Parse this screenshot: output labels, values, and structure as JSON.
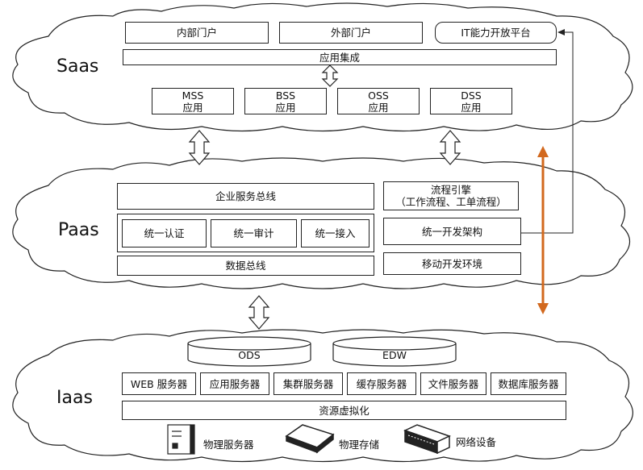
{
  "saas": {
    "title": "Saas",
    "portal_internal": "内部门户",
    "portal_external": "外部门户",
    "it_platform": "IT能力开放平台",
    "app_integration": "应用集成",
    "apps": [
      {
        "line1": "MSS",
        "line2": "应用"
      },
      {
        "line1": "BSS",
        "line2": "应用"
      },
      {
        "line1": "OSS",
        "line2": "应用"
      },
      {
        "line1": "DSS",
        "line2": "应用"
      }
    ]
  },
  "paas": {
    "title": "Paas",
    "esb": "企业服务总线",
    "unified": [
      "统一认证",
      "统一审计",
      "统一接入"
    ],
    "data_bus": "数据总线",
    "workflow_line1": "流程引擎",
    "workflow_line2": "（工作流程、工单流程）",
    "dev_framework": "统一开发架构",
    "mobile_env": "移动开发环境"
  },
  "iaas": {
    "title": "Iaas",
    "ods": "ODS",
    "edw": "EDW",
    "servers": [
      "WEB 服务器",
      "应用服务器",
      "集群服务器",
      "缓存服务器",
      "文件服务器",
      "数据库服务器"
    ],
    "virtualization": "资源虚拟化",
    "devices": {
      "physical_server": "物理服务器",
      "physical_storage": "物理存储",
      "network_device": "网络设备"
    }
  },
  "colors": {
    "stroke": "#222222",
    "orange_arrow": "#d2691e"
  }
}
